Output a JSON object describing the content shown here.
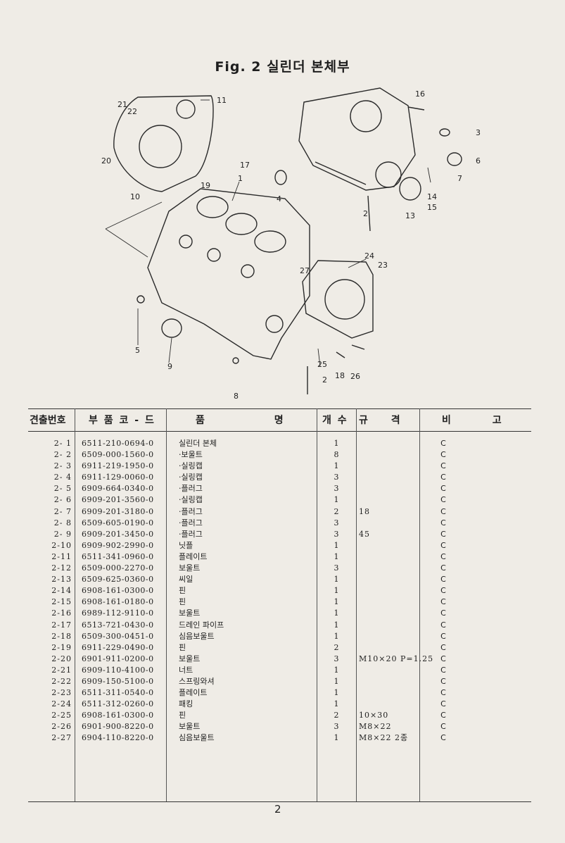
{
  "title": "Fig. 2  실린더 본체부",
  "diagram_callouts": [
    "1",
    "2",
    "3",
    "4",
    "5",
    "6",
    "7",
    "8",
    "9",
    "10",
    "11",
    "13",
    "14",
    "15",
    "16",
    "17",
    "18",
    "19",
    "20",
    "21",
    "22",
    "23",
    "24",
    "25",
    "26",
    "27"
  ],
  "table": {
    "headers": {
      "ref": "견출번호",
      "code": "부 품 코 - 드",
      "name": "품 명",
      "qty": "개 수",
      "spec": "규 격",
      "note": "비 고"
    },
    "rows": [
      {
        "ref": "2- 1",
        "code": "6511-210-0694-0",
        "name": "실린더 본체",
        "qty": "1",
        "spec": "",
        "note": "C"
      },
      {
        "ref": "2- 2",
        "code": "6509-000-1560-0",
        "name": "·보울트",
        "qty": "8",
        "spec": "",
        "note": "C"
      },
      {
        "ref": "2- 3",
        "code": "6911-219-1950-0",
        "name": "·실링캡",
        "qty": "1",
        "spec": "",
        "note": "C"
      },
      {
        "ref": "2- 4",
        "code": "6911-129-0060-0",
        "name": "·실링캡",
        "qty": "3",
        "spec": "",
        "note": "C"
      },
      {
        "ref": "2- 5",
        "code": "6909-664-0340-0",
        "name": "·플러그",
        "qty": "3",
        "spec": "",
        "note": "C"
      },
      {
        "ref": "2- 6",
        "code": "6909-201-3560-0",
        "name": "·실링캡",
        "qty": "1",
        "spec": "",
        "note": "C"
      },
      {
        "ref": "2- 7",
        "code": "6909-201-3180-0",
        "name": "·플러그",
        "qty": "2",
        "spec": "18",
        "note": "C"
      },
      {
        "ref": "2- 8",
        "code": "6509-605-0190-0",
        "name": "·플러그",
        "qty": "3",
        "spec": "",
        "note": "C"
      },
      {
        "ref": "2- 9",
        "code": "6909-201-3450-0",
        "name": "·플러그",
        "qty": "3",
        "spec": "45",
        "note": "C"
      },
      {
        "ref": "2-10",
        "code": "6909-902-2990-0",
        "name": "닛플",
        "qty": "1",
        "spec": "",
        "note": "C"
      },
      {
        "ref": "2-11",
        "code": "6511-341-0960-0",
        "name": "플레이트",
        "qty": "1",
        "spec": "",
        "note": "C"
      },
      {
        "ref": "2-12",
        "code": "6509-000-2270-0",
        "name": "보울트",
        "qty": "3",
        "spec": "",
        "note": "C"
      },
      {
        "ref": "2-13",
        "code": "6509-625-0360-0",
        "name": "씨일",
        "qty": "1",
        "spec": "",
        "note": "C"
      },
      {
        "ref": "2-14",
        "code": "6908-161-0300-0",
        "name": "핀",
        "qty": "1",
        "spec": "",
        "note": "C"
      },
      {
        "ref": "2-15",
        "code": "6908-161-0180-0",
        "name": "핀",
        "qty": "1",
        "spec": "",
        "note": "C"
      },
      {
        "ref": "2-16",
        "code": "6989-112-9110-0",
        "name": "보울트",
        "qty": "1",
        "spec": "",
        "note": "C"
      },
      {
        "ref": "2-17",
        "code": "6513-721-0430-0",
        "name": "드레인 파이프",
        "qty": "1",
        "spec": "",
        "note": "C"
      },
      {
        "ref": "2-18",
        "code": "6509-300-0451-0",
        "name": "심음보울트",
        "qty": "1",
        "spec": "",
        "note": "C"
      },
      {
        "ref": "2-19",
        "code": "6911-229-0490-0",
        "name": "핀",
        "qty": "2",
        "spec": "",
        "note": "C"
      },
      {
        "ref": "2-20",
        "code": "6901-911-0200-0",
        "name": "보울트",
        "qty": "3",
        "spec": "M10×20 P=1.25",
        "note": "C"
      },
      {
        "ref": "2-21",
        "code": "6909-110-4100-0",
        "name": "너트",
        "qty": "1",
        "spec": "",
        "note": "C"
      },
      {
        "ref": "2-22",
        "code": "6909-150-5100-0",
        "name": "스프링와셔",
        "qty": "1",
        "spec": "",
        "note": "C"
      },
      {
        "ref": "2-23",
        "code": "6511-311-0540-0",
        "name": "플레이트",
        "qty": "1",
        "spec": "",
        "note": "C"
      },
      {
        "ref": "2-24",
        "code": "6511-312-0260-0",
        "name": "패킹",
        "qty": "1",
        "spec": "",
        "note": "C"
      },
      {
        "ref": "2-25",
        "code": "6908-161-0300-0",
        "name": "핀",
        "qty": "2",
        "spec": "10×30",
        "note": "C"
      },
      {
        "ref": "2-26",
        "code": "6901-900-8220-0",
        "name": "보울트",
        "qty": "3",
        "spec": "M8×22",
        "note": "C"
      },
      {
        "ref": "2-27",
        "code": "6904-110-8220-0",
        "name": "심음보울트",
        "qty": "1",
        "spec": "M8×22  2종",
        "note": "C"
      }
    ]
  },
  "page_number": "2"
}
